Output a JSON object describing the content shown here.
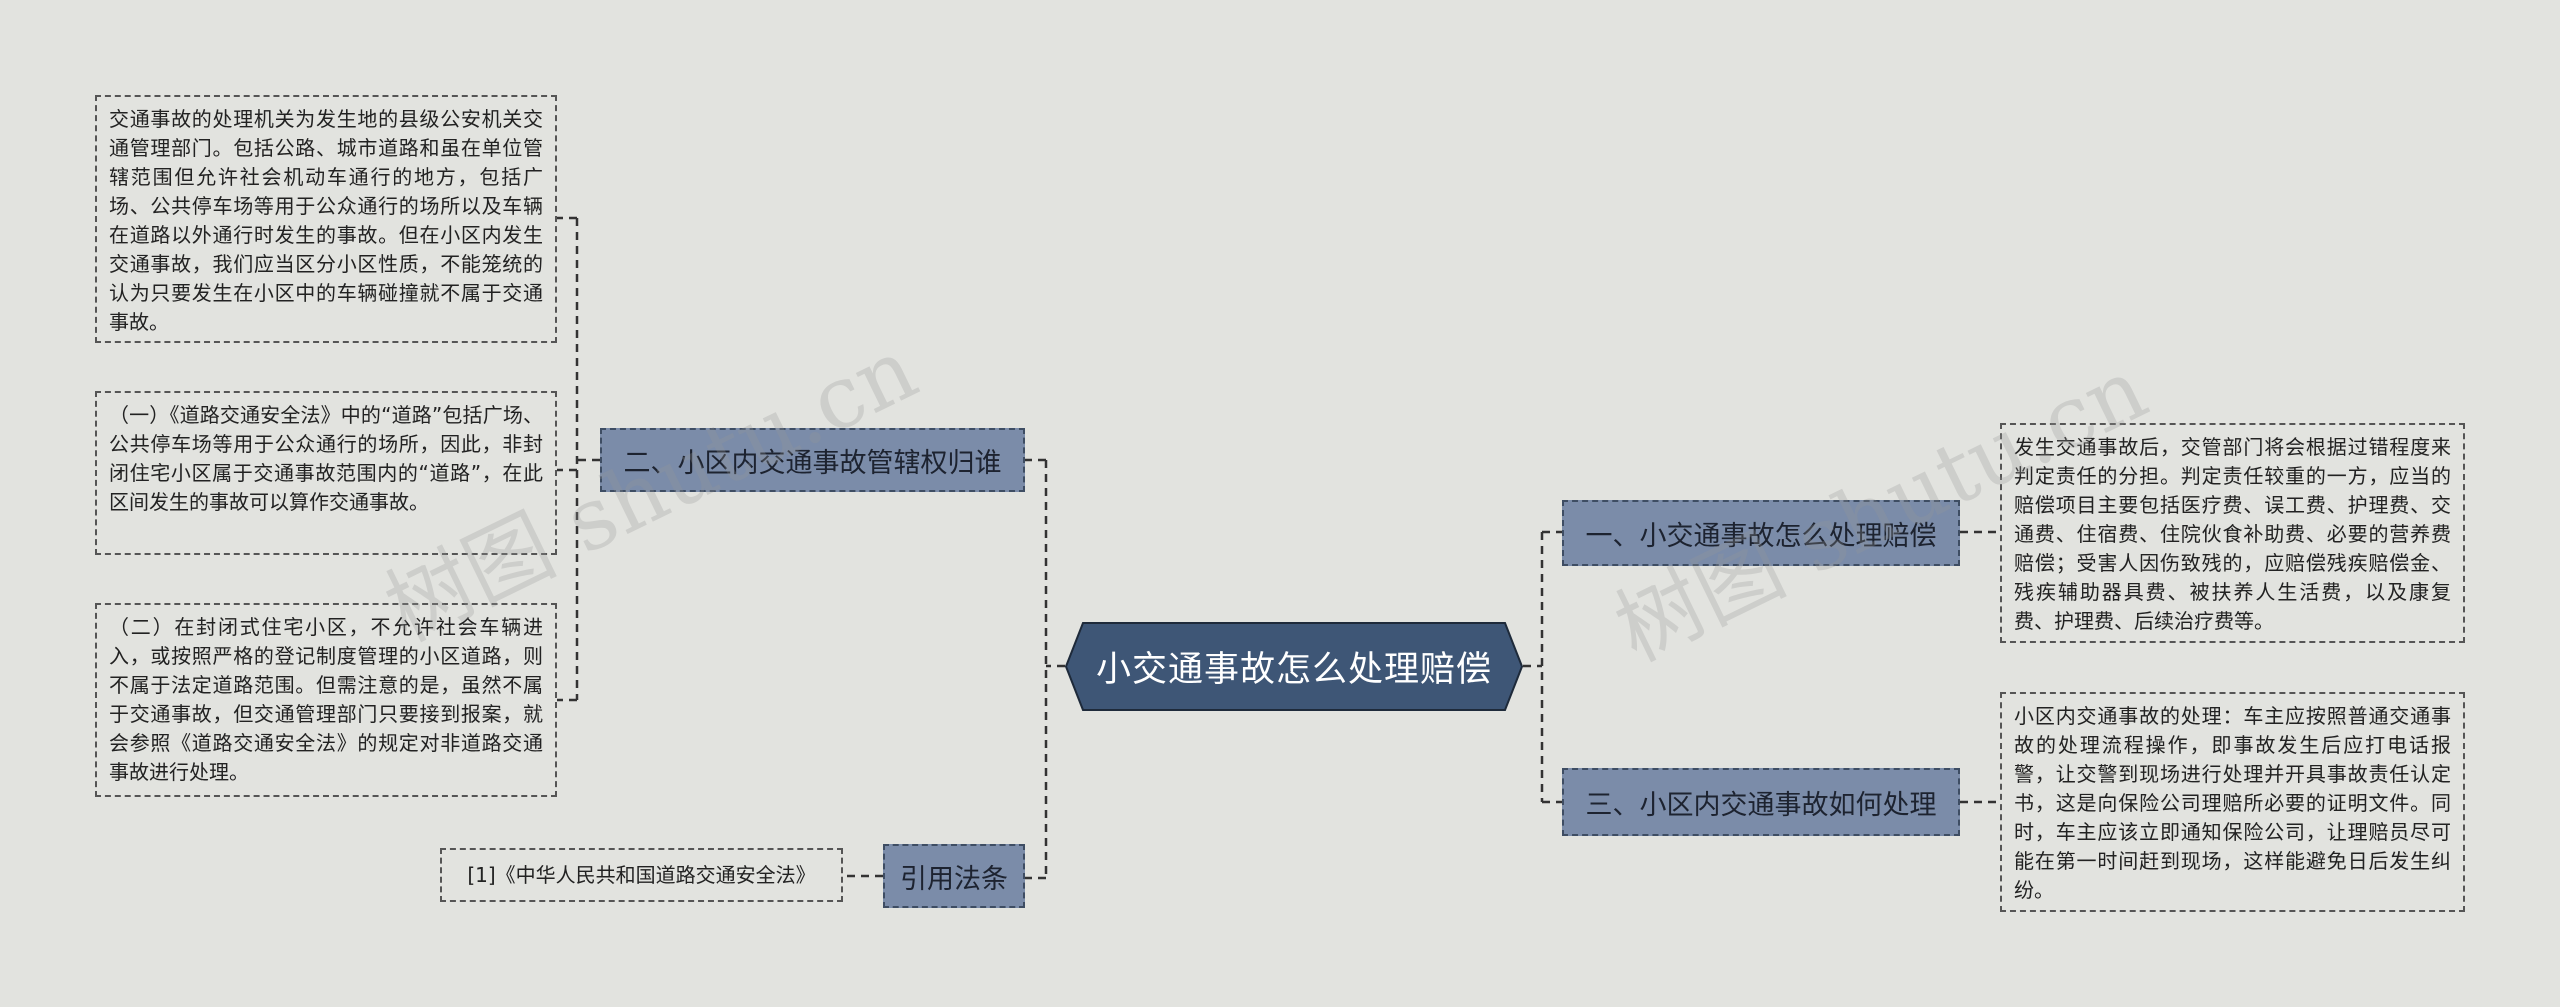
{
  "central": {
    "title": "小交通事故怎么处理赔偿"
  },
  "branches": {
    "b1": {
      "label": "二、小区内交通事故管辖权归谁"
    },
    "b2": {
      "label": "引用法条"
    },
    "b3": {
      "label": "一、小交通事故怎么处理赔偿"
    },
    "b4": {
      "label": "三、小区内交通事故如何处理"
    }
  },
  "leaves": {
    "l1": {
      "text": "交通事故的处理机关为发生地的县级公安机关交通管理部门。包括公路、城市道路和虽在单位管辖范围但允许社会机动车通行的地方，包括广场、公共停车场等用于公众通行的场所以及车辆在道路以外通行时发生的事故。但在小区内发生交通事故，我们应当区分小区性质，不能笼统的认为只要发生在小区中的车辆碰撞就不属于交通事故。"
    },
    "l2": {
      "text": "（一）《道路交通安全法》中的“道路”包括广场、公共停车场等用于公众通行的场所，因此，非封闭住宅小区属于交通事故范围内的“道路”，在此区间发生的事故可以算作交通事故。"
    },
    "l3": {
      "text": "（二）在封闭式住宅小区，不允许社会车辆进入，或按照严格的登记制度管理的小区道路，则不属于法定道路范围。但需注意的是，虽然不属于交通事故，但交通管理部门只要接到报案，就会参照《道路交通安全法》的规定对非道路交通事故进行处理。"
    },
    "l4": {
      "text": "[1]《中华人民共和国道路交通安全法》"
    },
    "l5": {
      "text": "发生交通事故后，交管部门将会根据过错程度来判定责任的分担。判定责任较重的一方，应当的赔偿项目主要包括医疗费、误工费、护理费、交通费、住宿费、住院伙食补助费、必要的营养费赔偿；受害人因伤致残的，应赔偿残疾赔偿金、残疾辅助器具费、被扶养人生活费，以及康复费、护理费、后续治疗费等。"
    },
    "l6": {
      "text": "小区内交通事故的处理：车主应按照普通交通事故的处理流程操作，即事故发生后应打电话报警，让交警到现场进行处理并开具事故责任认定书，这是向保险公司理赔所必要的证明文件。同时，车主应该立即通知保险公司，让理赔员尽可能在第一时间赶到现场，这样能避免日后发生纠纷。"
    }
  },
  "watermarks": [
    "树图 shutu.cn",
    "树图 shutu.cn"
  ],
  "colors": {
    "background": "#e2e3df",
    "central_fill": "#3e5676",
    "branch_fill": "#7b8ca9",
    "line": "#333333"
  }
}
